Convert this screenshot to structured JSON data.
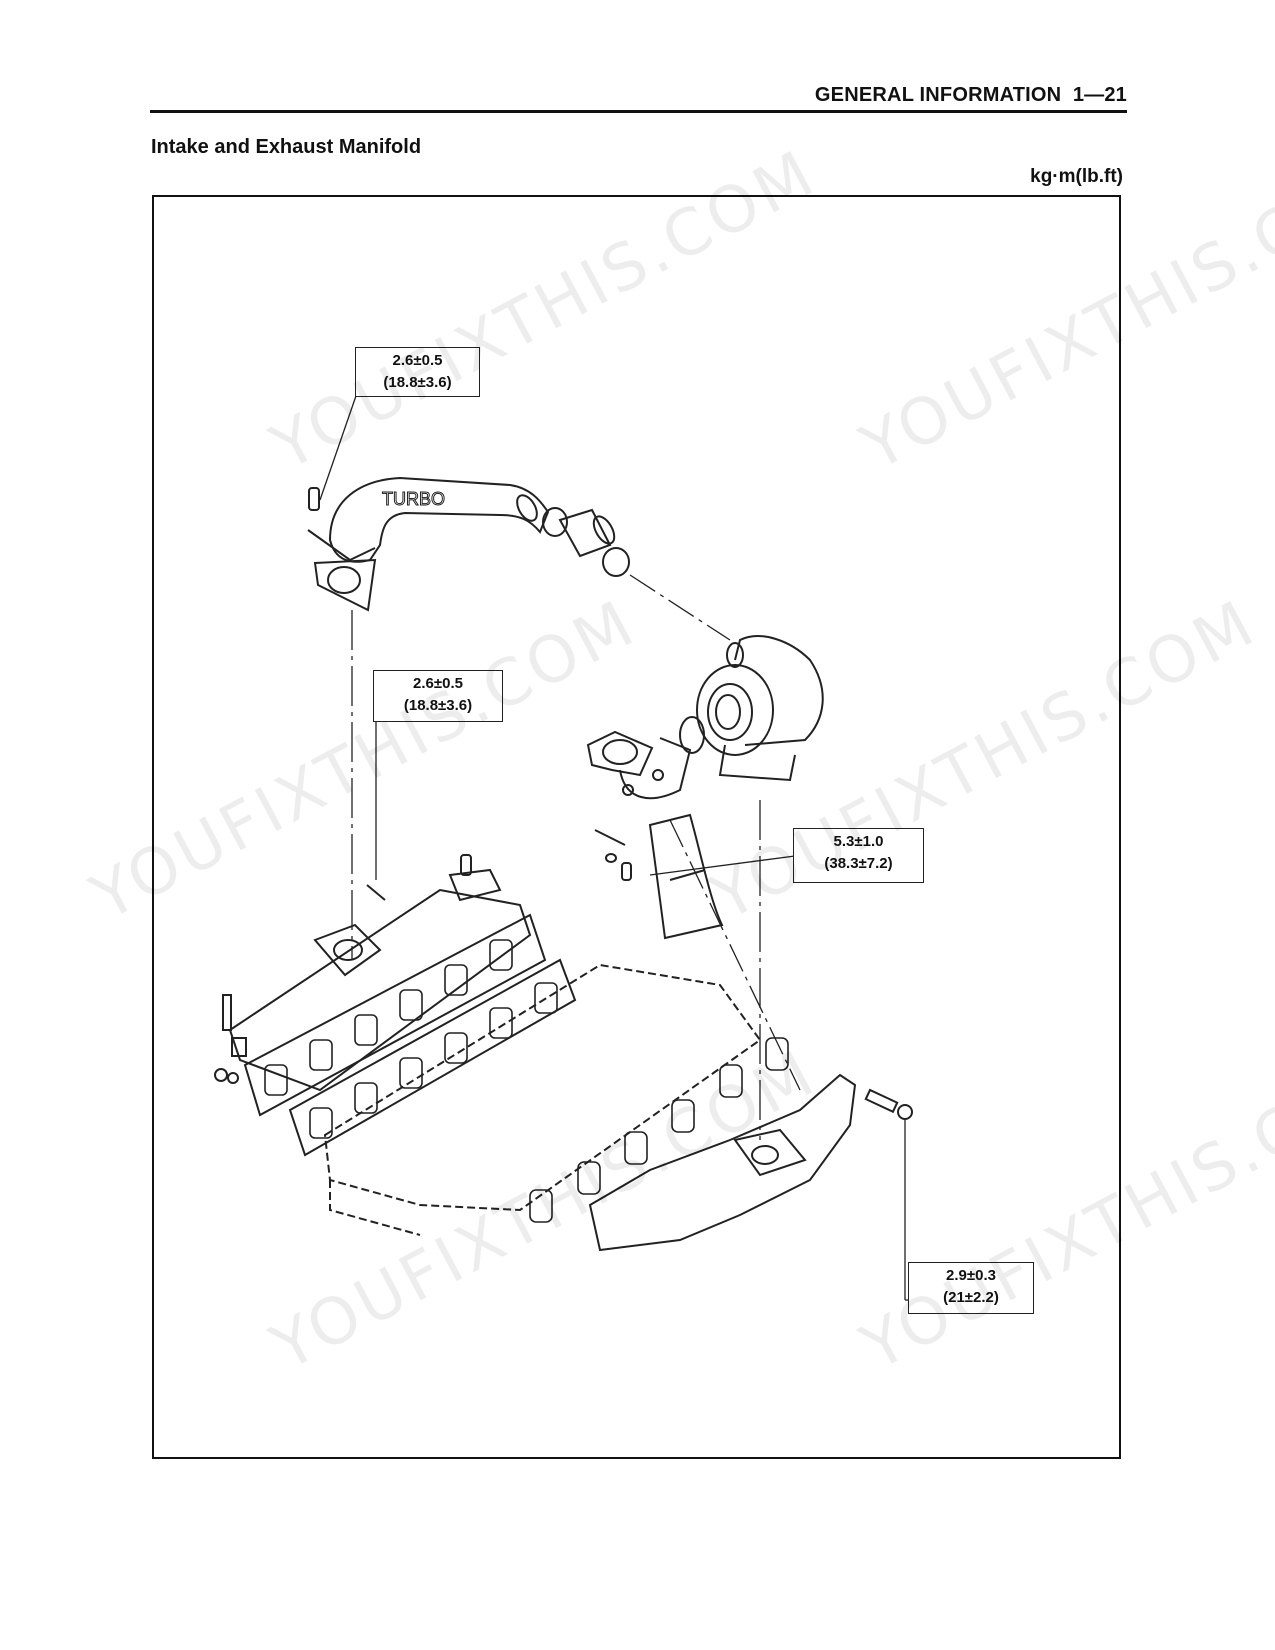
{
  "header": {
    "section": "GENERAL INFORMATION",
    "page": "1—21"
  },
  "title": "Intake and Exhaust Manifold",
  "units": "kg·m(lb.ft)",
  "diagram": {
    "turbo_label": "TURBO",
    "torque_callouts": [
      {
        "metric": "2.6±0.5",
        "imperial": "(18.8±3.6)"
      },
      {
        "metric": "2.6±0.5",
        "imperial": "(18.8±3.6)"
      },
      {
        "metric": "5.3±1.0",
        "imperial": "(38.3±7.2)"
      },
      {
        "metric": "2.9±0.3",
        "imperial": "(21±2.2)"
      }
    ]
  },
  "watermark": "YOUFIXTHIS.COM"
}
